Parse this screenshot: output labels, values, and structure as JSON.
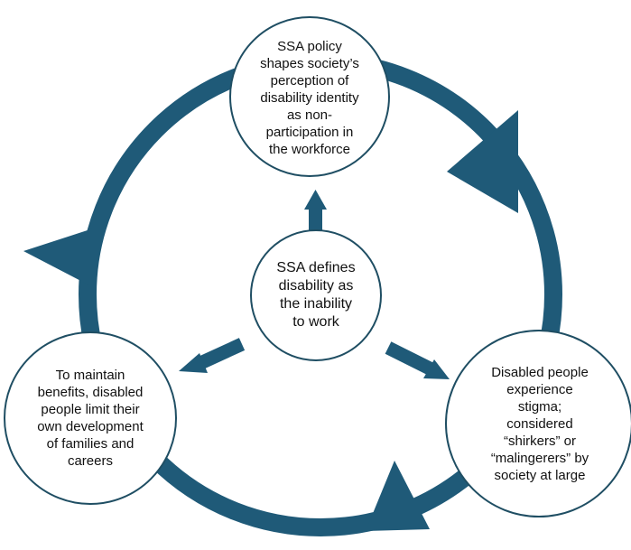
{
  "colors": {
    "ring": "#1f5a78",
    "arrow": "#1f5a78",
    "node_border": "#1f4e63",
    "node_fill": "#ffffff",
    "text": "#111111"
  },
  "nodes": {
    "top": {
      "lines": [
        "SSA policy",
        "shapes society’s",
        "perception of",
        "disability identity",
        "as non-",
        "participation in",
        "the workforce"
      ]
    },
    "center": {
      "lines": [
        "SSA defines",
        "disability as",
        "the inability",
        "to work"
      ]
    },
    "left": {
      "lines": [
        "To maintain",
        "benefits, disabled",
        "people limit their",
        "own development",
        "of families and",
        "careers"
      ]
    },
    "right": {
      "lines": [
        "Disabled people",
        "experience",
        "stigma;",
        "considered",
        "“shirkers” or",
        "“malingerers” by",
        "society at large"
      ]
    }
  }
}
